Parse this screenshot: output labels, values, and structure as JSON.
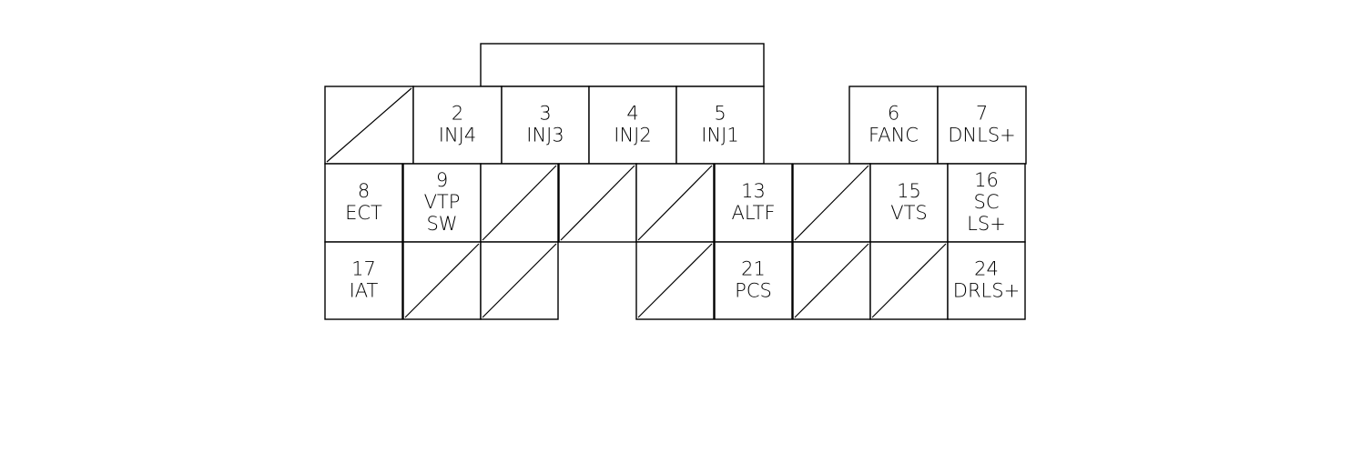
{
  "connector": {
    "top_row": [
      {
        "pin": "",
        "signal": [],
        "blank": true
      },
      {
        "pin": "2",
        "signal": [
          "INJ4"
        ],
        "blank": false
      },
      {
        "pin": "3",
        "signal": [
          "INJ3"
        ],
        "blank": false
      },
      {
        "pin": "4",
        "signal": [
          "INJ2"
        ],
        "blank": false
      },
      {
        "pin": "5",
        "signal": [
          "INJ1"
        ],
        "blank": false
      },
      {
        "pin": "6",
        "signal": [
          "FANC"
        ],
        "blank": false
      },
      {
        "pin": "7",
        "signal": [
          "DNLS+"
        ],
        "blank": false
      }
    ],
    "middle_row": [
      {
        "pin": "8",
        "signal": [
          "ECT"
        ],
        "blank": false
      },
      {
        "pin": "9",
        "signal": [
          "VTP",
          "SW"
        ],
        "blank": false
      },
      {
        "pin": "",
        "signal": [],
        "blank": true
      },
      {
        "pin": "",
        "signal": [],
        "blank": true
      },
      {
        "pin": "",
        "signal": [],
        "blank": true
      },
      {
        "pin": "13",
        "signal": [
          "ALTF"
        ],
        "blank": false
      },
      {
        "pin": "",
        "signal": [],
        "blank": true
      },
      {
        "pin": "15",
        "signal": [
          "VTS"
        ],
        "blank": false
      },
      {
        "pin": "16",
        "signal": [
          "SC",
          "LS+"
        ],
        "blank": false
      }
    ],
    "bottom_row": [
      {
        "pin": "17",
        "signal": [
          "IAT"
        ],
        "blank": false
      },
      {
        "pin": "",
        "signal": [],
        "blank": true
      },
      {
        "pin": "",
        "signal": [],
        "blank": true
      },
      {
        "pin": "",
        "signal": [],
        "blank": true
      },
      {
        "pin": "21",
        "signal": [
          "PCS"
        ],
        "blank": false
      },
      {
        "pin": "",
        "signal": [],
        "blank": true
      },
      {
        "pin": "",
        "signal": [],
        "blank": true
      },
      {
        "pin": "24",
        "signal": [
          "DRLS+"
        ],
        "blank": false
      }
    ]
  },
  "colors": {
    "line": "#000000",
    "background": "#ffffff"
  }
}
